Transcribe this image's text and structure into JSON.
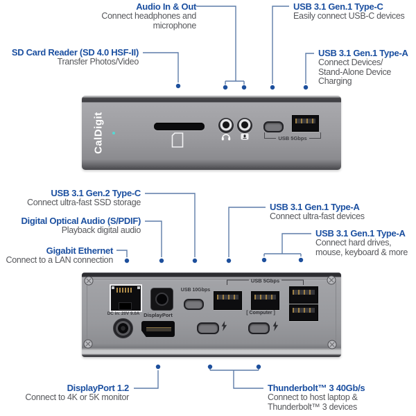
{
  "colors": {
    "accent": "#1b4fa0",
    "subtext": "#55565a",
    "callout_line": "#5d7ca8",
    "led": "#55d8d4"
  },
  "callouts": {
    "audio": {
      "title": "Audio In & Out",
      "desc": "Connect headphones and\nmicrophone"
    },
    "usbc_front": {
      "title": "USB 3.1 Gen.1 Type-C",
      "desc": "Easily connect USB-C devices"
    },
    "sd": {
      "title": "SD Card Reader (SD 4.0 HSF-II)",
      "desc": "Transfer Photos/Video"
    },
    "usba_front": {
      "title": "USB 3.1 Gen.1 Type-A",
      "desc": "Connect Devices/\nStand-Alone Device\nCharging"
    },
    "usbc_rear": {
      "title": "USB 3.1 Gen.2 Type-C",
      "desc": "Connect ultra-fast SSD storage"
    },
    "spdif": {
      "title": "Digital Optical Audio (S/PDIF)",
      "desc": "Playback digital audio"
    },
    "ethernet": {
      "title": "Gigabit Ethernet",
      "desc": "Connect to a LAN connection"
    },
    "usba_rear1": {
      "title": "USB 3.1 Gen.1 Type-A",
      "desc": "Connect ultra-fast devices"
    },
    "usba_rear2": {
      "title": "USB 3.1 Gen.1 Type-A",
      "desc": "Connect hard drives,\nmouse, keyboard & more"
    },
    "displayport": {
      "title": "DisplayPort 1.2",
      "desc": "Connect to 4K or 5K monitor"
    },
    "thunderbolt": {
      "title": "Thunderbolt™ 3 40Gb/s",
      "desc": "Connect to host laptop &\nThunderbolt™ 3 devices"
    }
  },
  "front_device": {
    "brand": "CalDigit",
    "usb_label": "USB 5Gbps"
  },
  "back_device": {
    "usb10_label": "USB 10Gbps",
    "usb5_label": "USB 5Gbps",
    "dc_label": "DC in: 20V 9.0A",
    "dp_label": "DisplayPort",
    "computer_label": "[ Computer ]"
  }
}
